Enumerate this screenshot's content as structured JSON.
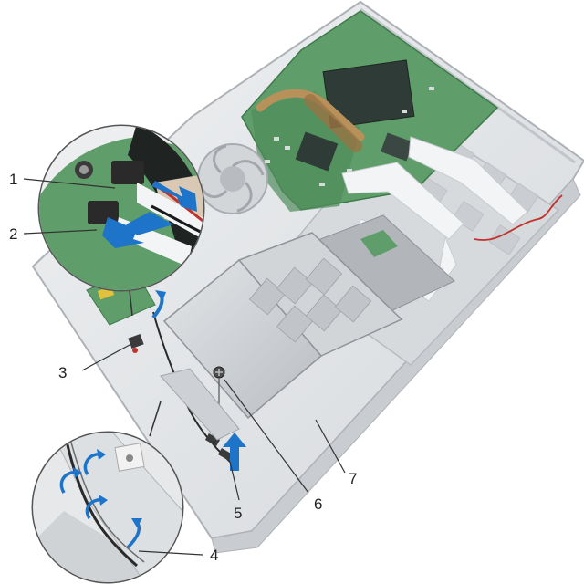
{
  "callouts": [
    {
      "label": "1"
    },
    {
      "label": "2"
    },
    {
      "label": "3"
    },
    {
      "label": "4"
    },
    {
      "label": "5"
    },
    {
      "label": "6"
    },
    {
      "label": "7"
    }
  ],
  "colors": {
    "chassis": "#e4e6e9",
    "chassis_edge": "#b9bdc2",
    "board": "#5f9e6a",
    "board_dark": "#3f7a4c",
    "arrow": "#1e74c8",
    "heat_pipe": "#b8905a",
    "cable_red": "#c0322c",
    "shield": "#cfd2d6",
    "battery": "#cdd0d4"
  },
  "icons": [
    "screw-icon",
    "arrow-icon",
    "connector-icon",
    "cable-icon"
  ]
}
